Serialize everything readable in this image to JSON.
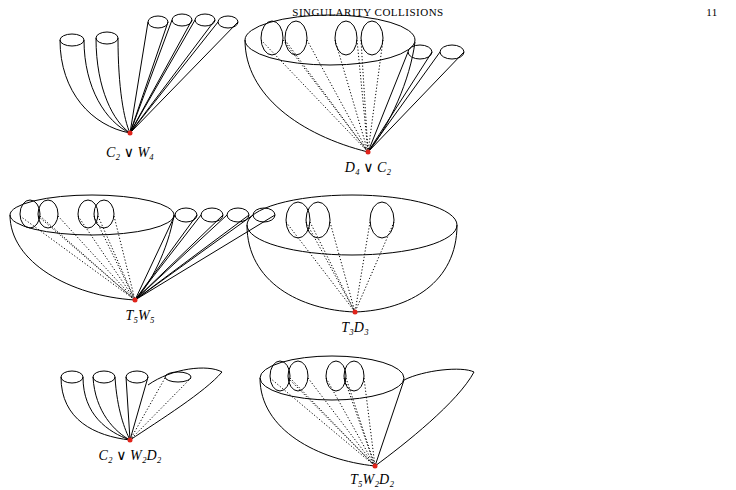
{
  "diagram": {
    "labels": [
      "SINGULARITY COLLISIONS",
      "11",
      "C₂ ∨ W₄",
      "D₄ ∨ C₂",
      "T₅W₅",
      "T₃D₃",
      "C₂ ∨ W₂D₂",
      "T₅W₂D₂"
    ]
  }
}
